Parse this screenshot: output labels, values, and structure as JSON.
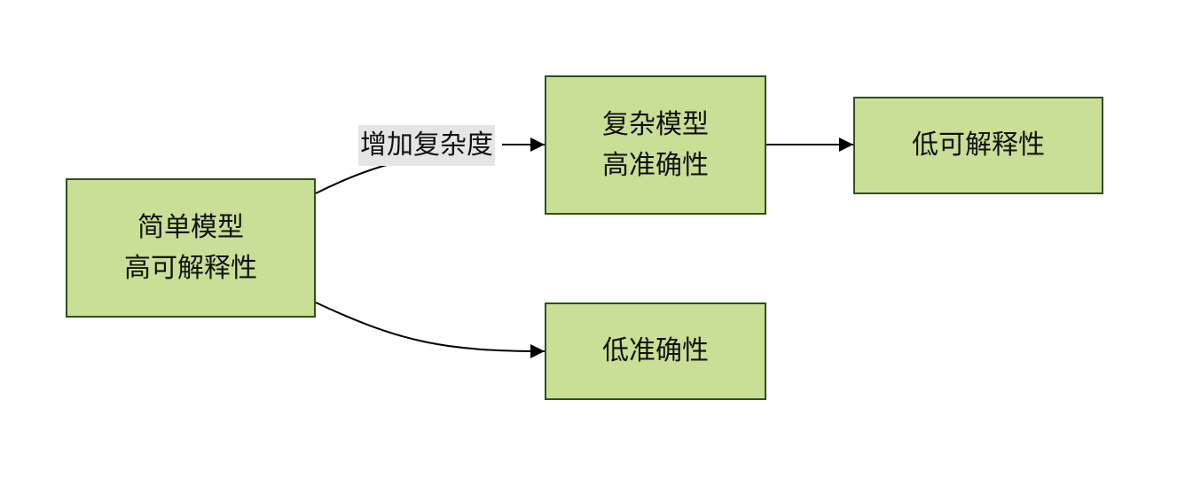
{
  "nodes": {
    "simple": {
      "line1": "简单模型",
      "line2": "高可解释性"
    },
    "complex": {
      "line1": "复杂模型",
      "line2": "高准确性"
    },
    "low_interpret": {
      "label": "低可解释性"
    },
    "low_accuracy": {
      "label": "低准确性"
    }
  },
  "edges": {
    "simple_to_complex": {
      "label": "增加复杂度"
    },
    "simple_to_low_accuracy": {
      "label": ""
    },
    "complex_to_low_interpret": {
      "label": ""
    }
  },
  "colors": {
    "node_fill": "#c9df96",
    "node_border": "#2b5219",
    "edge": "#000000",
    "label_bg": "#e5e5e5"
  }
}
